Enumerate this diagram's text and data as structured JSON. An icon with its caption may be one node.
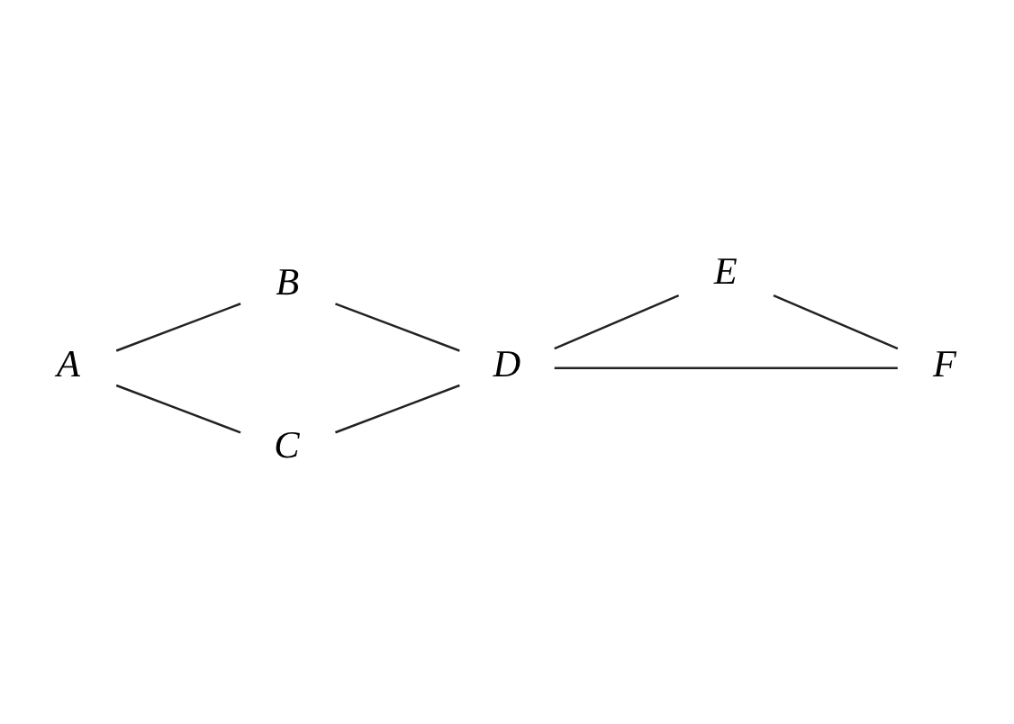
{
  "diagram": {
    "nodes": [
      {
        "text": [
          "A"
        ]
      },
      {
        "text": [
          "B"
        ]
      },
      {
        "text": [
          "C"
        ]
      },
      {
        "text": [
          "D"
        ]
      },
      {
        "text": [
          "E"
        ]
      },
      {
        "text": [
          "F"
        ]
      }
    ],
    "edges": [
      {
        "from": 0,
        "to": 1,
        "arrow": "none"
      },
      {
        "from": 1,
        "to": 3,
        "arrow": "none"
      },
      {
        "from": 0,
        "to": 2,
        "arrow": "none"
      },
      {
        "from": 2,
        "to": 3,
        "arrow": "none"
      },
      {
        "from": 3,
        "to": 4,
        "arrow": "none"
      },
      {
        "from": 4,
        "to": 5,
        "arrow": "none"
      },
      {
        "from": 3,
        "to": 5,
        "arrow": "none"
      }
    ]
  }
}
